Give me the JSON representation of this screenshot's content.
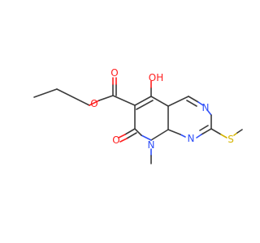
{
  "molecule": {
    "colors": {
      "carbon_bond": "#3b3b3b",
      "oxygen": "#ff1f1f",
      "nitrogen": "#3050f8",
      "sulfur": "#d4b400",
      "background": "#ffffff"
    },
    "atoms": {
      "hydroxyl": "OH",
      "ester_carbonyl_oxygen": "O",
      "ester_ether_oxygen": "O",
      "ketone_oxygen": "O",
      "ring_n_methyl": "N",
      "pyrimidine_n_top": "N",
      "pyrimidine_n_bottom": "N",
      "sulfur": "S"
    }
  }
}
